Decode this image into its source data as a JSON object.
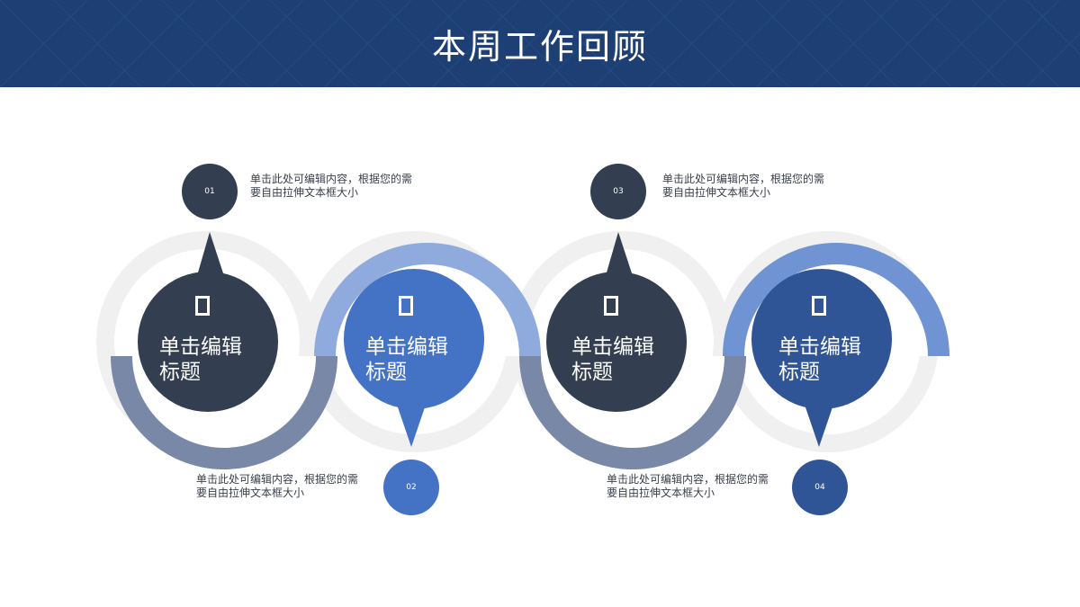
{
  "title": "本周工作回顾",
  "colors": {
    "header": "#1d3f73",
    "dark": "#333f50",
    "blue": "#4472c4",
    "navy": "#2f5597",
    "light_blue": "#8faadc",
    "slate": "#7888a6",
    "gray_ring": "#f0f0f0"
  },
  "nodes": [
    {
      "number": "01",
      "title_line1": "单击编辑",
      "title_line2": "标题",
      "icon": "square-outline-icon",
      "desc_line1": "单击此处可编辑内容，根据您的需",
      "desc_line2": "要自由拉伸文本框大小"
    },
    {
      "number": "02",
      "title_line1": "单击编辑",
      "title_line2": "标题",
      "icon": "square-outline-icon",
      "desc_line1": "单击此处可编辑内容，根据您的需",
      "desc_line2": "要自由拉伸文本框大小"
    },
    {
      "number": "03",
      "title_line1": "单击编辑",
      "title_line2": "标题",
      "icon": "square-outline-icon",
      "desc_line1": "单击此处可编辑内容，根据您的需",
      "desc_line2": "要自由拉伸文本框大小"
    },
    {
      "number": "04",
      "title_line1": "单击编辑",
      "title_line2": "标题",
      "icon": "square-outline-icon",
      "desc_line1": "单击此处可编辑内容，根据您的需",
      "desc_line2": "要自由拉伸文本框大小"
    }
  ]
}
